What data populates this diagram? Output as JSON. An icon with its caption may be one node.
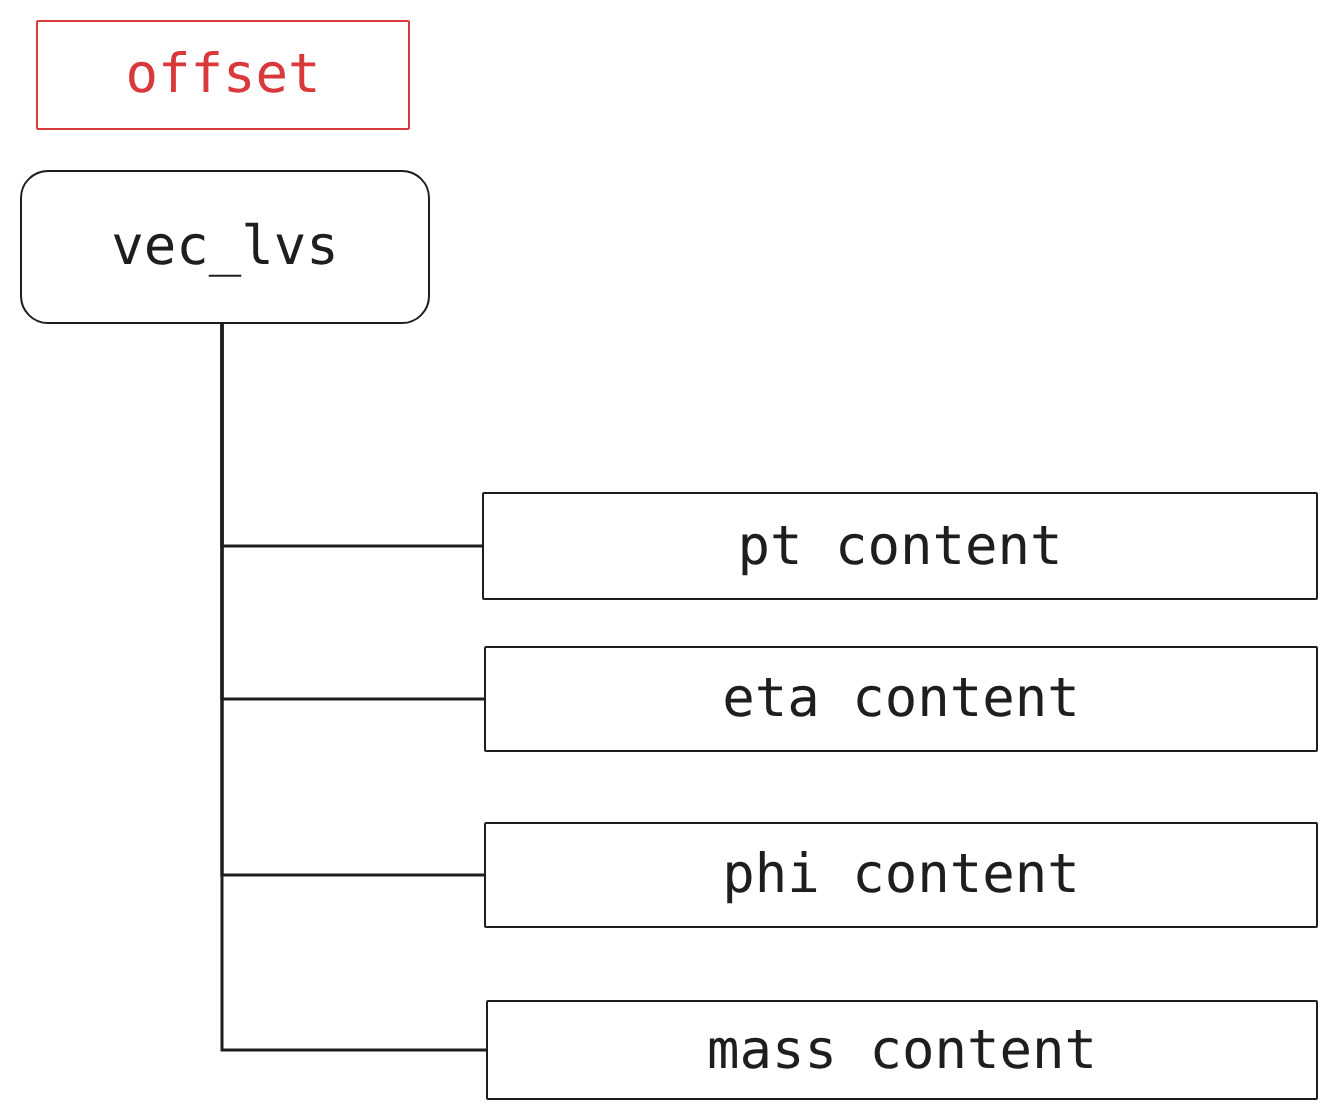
{
  "diagram": {
    "nodes": [
      {
        "text": [
          "offset"
        ]
      },
      {
        "text": [
          "vec_lvs"
        ]
      },
      {
        "text": [
          "pt content"
        ]
      },
      {
        "text": [
          "eta content"
        ]
      },
      {
        "text": [
          "phi content"
        ]
      },
      {
        "text": [
          "mass content"
        ]
      }
    ],
    "edges": [
      {
        "from": 1,
        "to": 2,
        "arrow": "none"
      },
      {
        "from": 1,
        "to": 3,
        "arrow": "none"
      },
      {
        "from": 1,
        "to": 4,
        "arrow": "none"
      },
      {
        "from": 1,
        "to": 5,
        "arrow": "none"
      }
    ]
  }
}
